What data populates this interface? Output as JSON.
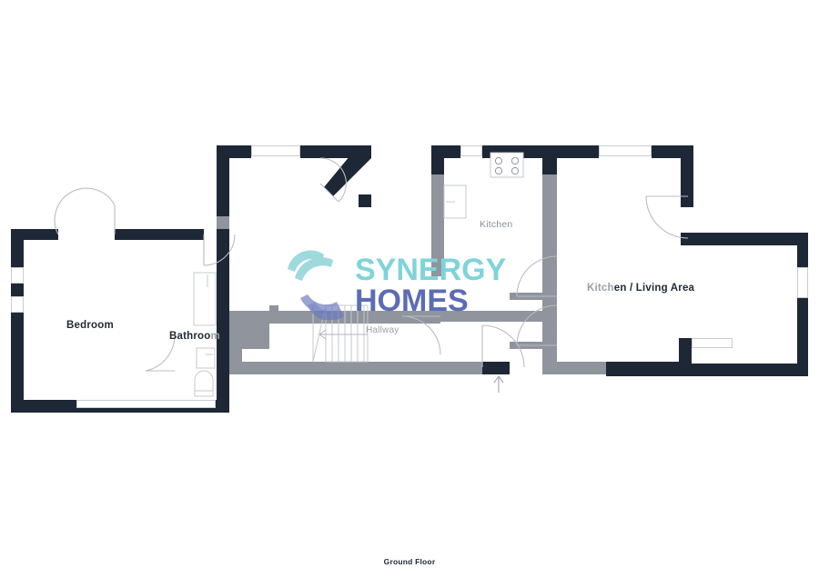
{
  "document": {
    "type": "floor-plan",
    "footer_title": "Ground Floor"
  },
  "watermark": {
    "brand_line1": "SYNERGY",
    "brand_line2": "HOMES",
    "line1_color": "#7fd4da",
    "line2_color": "#5c6cb4",
    "mark_color_teal": "#8ed3d8",
    "mark_color_blue": "#6b7bbd"
  },
  "palette": {
    "exterior_wall": "#1e2736",
    "interior_wall": "#8f949d",
    "fixture_outline": "#c9ccd1",
    "door_arc": "#b9bcc2",
    "window_fill": "#ffffff",
    "background": "#ffffff",
    "label_dark": "#222b38",
    "label_grey": "#9aa0a8"
  },
  "rooms": [
    {
      "id": "bedroom",
      "label": "Bedroom"
    },
    {
      "id": "bathroom",
      "label_dark": "Bathroo",
      "label_fade": "m",
      "label_full": "Bathroom"
    },
    {
      "id": "kitchen",
      "label": "Kitchen"
    },
    {
      "id": "hallway",
      "label": "Hallway"
    },
    {
      "id": "living",
      "label_fade": "Kitch",
      "label_dark": "en / Living Area",
      "label_full": "Kitchen / Living Area"
    }
  ],
  "fixtures": [
    {
      "name": "hob",
      "burners": 4
    },
    {
      "name": "bath"
    },
    {
      "name": "sink"
    },
    {
      "name": "toilet"
    },
    {
      "name": "staircase",
      "direction": "up"
    },
    {
      "name": "entrance-arrow",
      "direction": "up"
    }
  ]
}
